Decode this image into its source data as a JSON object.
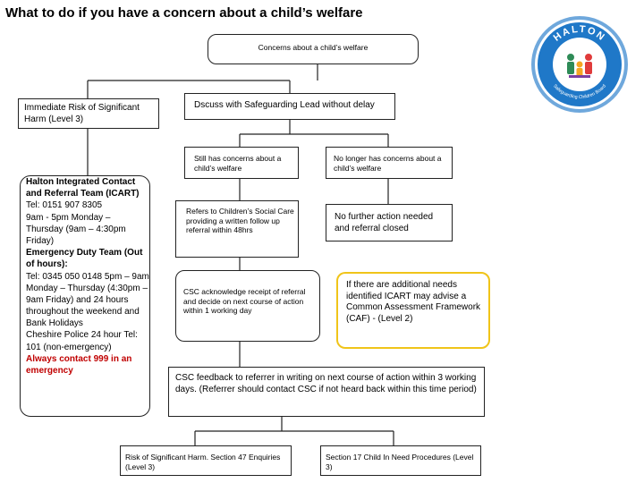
{
  "title": "What to do if you have a concern about a child’s welfare",
  "colors": {
    "border": "#222222",
    "highlight_border": "#f0c419",
    "emergency_text": "#c00000",
    "logo_ring": "#1f78c8",
    "logo_ring_outer": "#6fa8dc"
  },
  "logo": {
    "ring_text": "HALTON",
    "sub_text": "Safeguarding Children Board",
    "icon": "family-figures-icon"
  },
  "nodes": {
    "concerns": "Concerns about a child’s welfare",
    "immediate_risk": "Immediate Risk of Significant Harm (Level 3)",
    "discuss": "Dscuss with Safeguarding Lead without delay",
    "still_concerns": "Still has concerns about a child’s welfare",
    "no_longer": "No longer has concerns about a child’s welfare",
    "refers": "Refers to Children’s Social Care providing a written follow up referral within 48hrs",
    "no_further": "No further action needed and referral closed",
    "csc_ack": "CSC acknowledge receipt of referral and decide on next course of action within 1 working day",
    "additional_needs": "If there are additional needs identified ICART may advise a Common Assessment Framework (CAF) - (Level 2)",
    "csc_feedback": "CSC feedback to referrer in writing on next course of action within 3 working days. (Referrer should contact CSC if not heard back within this time period)",
    "section47": "Risk of Significant Harm. Section 47 Enquiries (Level 3)",
    "section17": "Section 17 Child In Need Procedures (Level 3)"
  },
  "icart": {
    "heading": "Halton Integrated Contact and Referral Team (ICART)",
    "tel": "Tel: 0151 907 8305",
    "hours": "9am - 5pm Monday – Thursday (9am – 4:30pm Friday)",
    "edt_heading": "Emergency Duty Team (Out of hours):",
    "edt_tel": "Tel: 0345 050 0148 5pm – 9am Monday – Thursday (4:30pm – 9am Friday) and 24 hours throughout the weekend and Bank Holidays",
    "police": "Cheshire Police 24 hour Tel: 101 (non-emergency)",
    "emergency": "Always contact 999 in an emergency"
  }
}
